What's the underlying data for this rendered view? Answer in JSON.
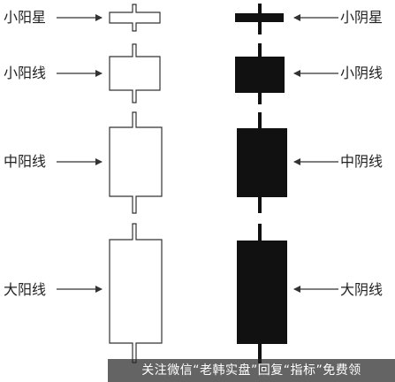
{
  "colors": {
    "yang_stroke": "#333333",
    "yang_fill": "#ffffff",
    "yin_fill": "#111111",
    "arrow": "#333333",
    "text": "#222222"
  },
  "yang_candles": [
    {
      "id": "small-yang-star",
      "label": "小阳星"
    },
    {
      "id": "small-yang-line",
      "label": "小阳线"
    },
    {
      "id": "medium-yang-line",
      "label": "中阳线"
    },
    {
      "id": "large-yang-line",
      "label": "大阳线"
    }
  ],
  "yin_candles": [
    {
      "id": "small-yin-star",
      "label": "小阴星"
    },
    {
      "id": "small-yin-line",
      "label": "小阴线"
    },
    {
      "id": "medium-yin-line",
      "label": "中阴线"
    },
    {
      "id": "large-yin-line",
      "label": "大阴线"
    }
  ],
  "watermark": {
    "text": "关注微信“老韩实盘”回复“指标”免费领"
  }
}
